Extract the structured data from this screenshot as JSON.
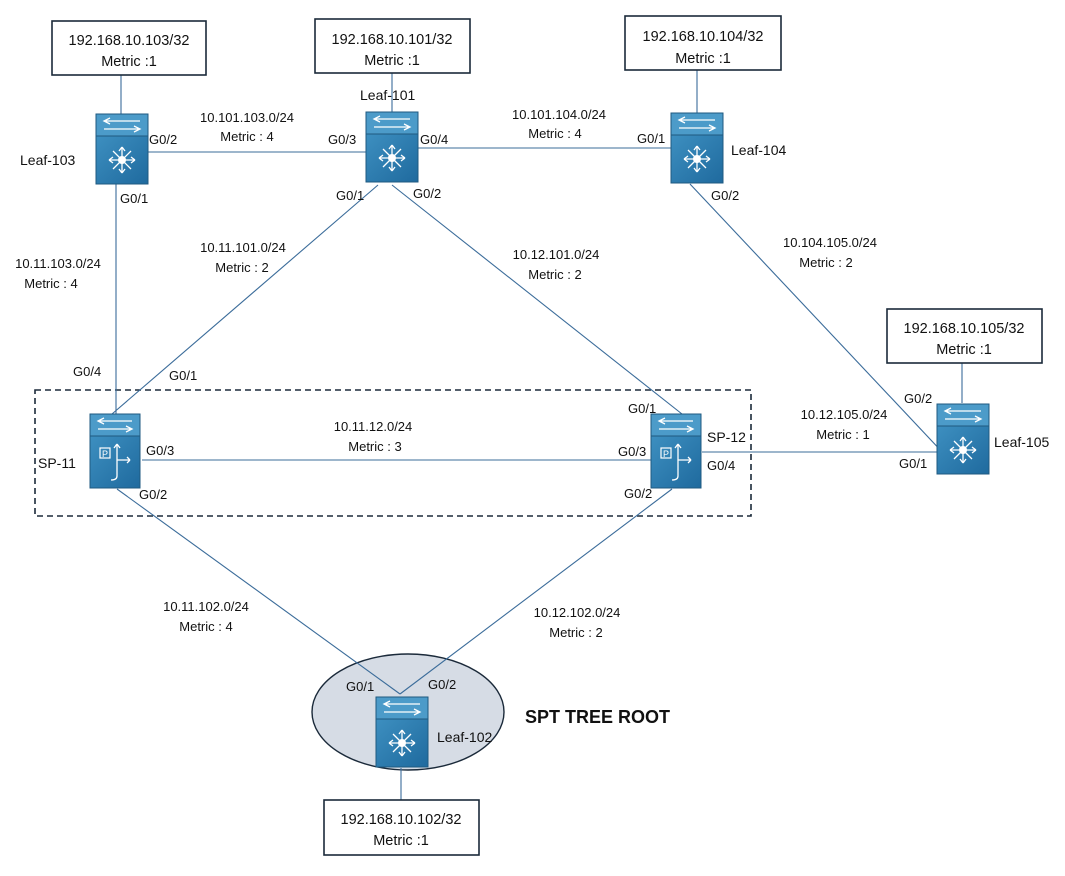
{
  "diagram": {
    "root_title": "SPT TREE ROOT",
    "devices": [
      {
        "id": "leaf103",
        "name": "Leaf-103",
        "kind": "leaf"
      },
      {
        "id": "leaf101",
        "name": "Leaf-101",
        "kind": "leaf"
      },
      {
        "id": "leaf104",
        "name": "Leaf-104",
        "kind": "leaf"
      },
      {
        "id": "leaf105",
        "name": "Leaf-105",
        "kind": "leaf"
      },
      {
        "id": "sp11",
        "name": "SP-11",
        "kind": "spine"
      },
      {
        "id": "sp12",
        "name": "SP-12",
        "kind": "spine"
      },
      {
        "id": "leaf102",
        "name": "Leaf-102",
        "kind": "leaf"
      }
    ],
    "loopbacks": [
      {
        "device": "leaf103",
        "ip": "192.168.10.103/32",
        "metric": "Metric :1"
      },
      {
        "device": "leaf101",
        "ip": "192.168.10.101/32",
        "metric": "Metric :1"
      },
      {
        "device": "leaf104",
        "ip": "192.168.10.104/32",
        "metric": "Metric :1"
      },
      {
        "device": "leaf105",
        "ip": "192.168.10.105/32",
        "metric": "Metric :1"
      },
      {
        "device": "leaf102",
        "ip": "192.168.10.102/32",
        "metric": "Metric :1"
      }
    ],
    "links": [
      {
        "from": "leaf103",
        "to": "leaf101",
        "subnet": "10.101.103.0/24",
        "metric": "Metric : 4",
        "from_port": "G0/2",
        "to_port": "G0/3"
      },
      {
        "from": "leaf101",
        "to": "leaf104",
        "subnet": "10.101.104.0/24",
        "metric": "Metric : 4",
        "from_port": "G0/4",
        "to_port": "G0/1"
      },
      {
        "from": "leaf103",
        "to": "sp11",
        "subnet": "10.11.103.0/24",
        "metric": "Metric : 4",
        "from_port": "G0/1",
        "to_port": "G0/4"
      },
      {
        "from": "leaf101",
        "to": "sp11",
        "subnet": "10.11.101.0/24",
        "metric": "Metric : 2",
        "from_port": "G0/1",
        "to_port": "G0/1"
      },
      {
        "from": "leaf101",
        "to": "sp12",
        "subnet": "10.12.101.0/24",
        "metric": "Metric : 2",
        "from_port": "G0/2",
        "to_port": "G0/1"
      },
      {
        "from": "leaf104",
        "to": "leaf105",
        "subnet": "10.104.105.0/24",
        "metric": "Metric : 2",
        "from_port": "G0/2",
        "to_port": "G0/2"
      },
      {
        "from": "sp11",
        "to": "sp12",
        "subnet": "10.11.12.0/24",
        "metric": "Metric : 3",
        "from_port": "G0/3",
        "to_port": "G0/3"
      },
      {
        "from": "sp12",
        "to": "leaf105",
        "subnet": "10.12.105.0/24",
        "metric": "Metric : 1",
        "from_port": "G0/4",
        "to_port": "G0/1"
      },
      {
        "from": "sp11",
        "to": "leaf102",
        "subnet": "10.11.102.0/24",
        "metric": "Metric : 4",
        "from_port": "G0/2",
        "to_port": "G0/1"
      },
      {
        "from": "sp12",
        "to": "leaf102",
        "subnet": "10.12.102.0/24",
        "metric": "Metric : 2",
        "from_port": "G0/2",
        "to_port": "G0/2"
      }
    ]
  }
}
